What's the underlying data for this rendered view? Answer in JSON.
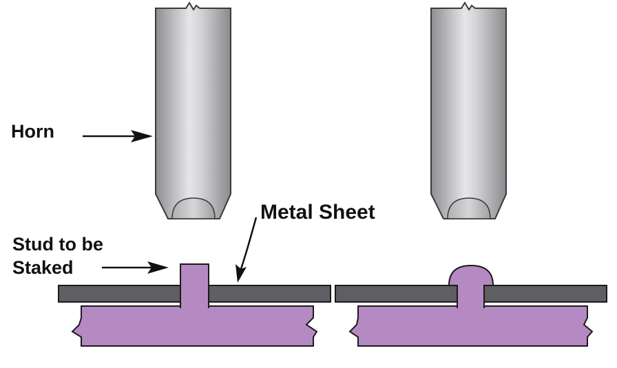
{
  "labels": {
    "horn": "Horn",
    "metal_sheet": "Metal Sheet",
    "stud_line1": "Stud to be",
    "stud_line2": "Staked"
  },
  "colors": {
    "horn_light": "#e8e8ea",
    "horn_dark": "#8e8e92",
    "horn_outline": "#3a3a3a",
    "sheet": "#5e5e64",
    "part": "#b589c2",
    "outline": "#1a1a1a"
  }
}
